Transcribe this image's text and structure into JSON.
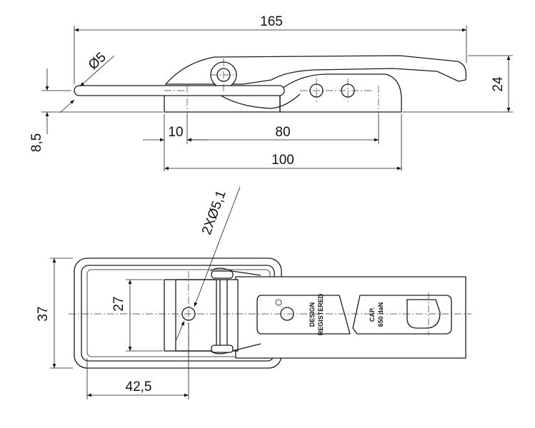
{
  "dimensions": {
    "overall_length": "165",
    "pin_diameter": "Ø5",
    "height": "24",
    "base_offset": "8,5",
    "slot_offset": "10",
    "hole_spacing": "80",
    "base_length": "100",
    "hole_diameter": "2XØ5,1",
    "width": "37",
    "hole_width": "27",
    "hole_position": "42,5"
  },
  "plate_text": {
    "design_line1": "DESIGN",
    "design_line2": "REGISTERED",
    "cap_line1": "CAP.",
    "cap_line2": "650 daN"
  }
}
